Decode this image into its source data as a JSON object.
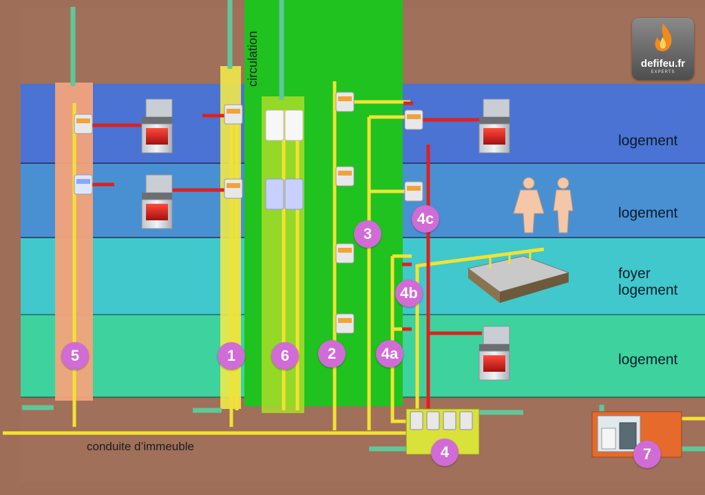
{
  "floors": [
    {
      "label_lines": [
        "logement"
      ]
    },
    {
      "label_lines": [
        "logement"
      ]
    },
    {
      "label_lines": [
        "foyer",
        "logement"
      ]
    },
    {
      "label_lines": [
        "logement"
      ]
    }
  ],
  "circulation_label": "circulation",
  "building_pipe_label": "conduite d’immeuble",
  "markers": [
    "5",
    "1",
    "6",
    "2",
    "3",
    "4a",
    "4b",
    "4c",
    "4",
    "7"
  ],
  "logo": {
    "brand": "defifeu.fr",
    "tagline": "EXPERTS"
  },
  "colors": {
    "ground": "#9b6b57",
    "floor_1": "#4a75d2",
    "floor_2": "#4a8fd0",
    "floor_3": "#3fc9cc",
    "floor_4": "#3ed39e",
    "circulation": "#1ec01e",
    "gas_pipe": "#f2e233",
    "supply_pipe": "#e0201e",
    "marker": "#d16bd6",
    "ventilation": "#5fc79a"
  }
}
